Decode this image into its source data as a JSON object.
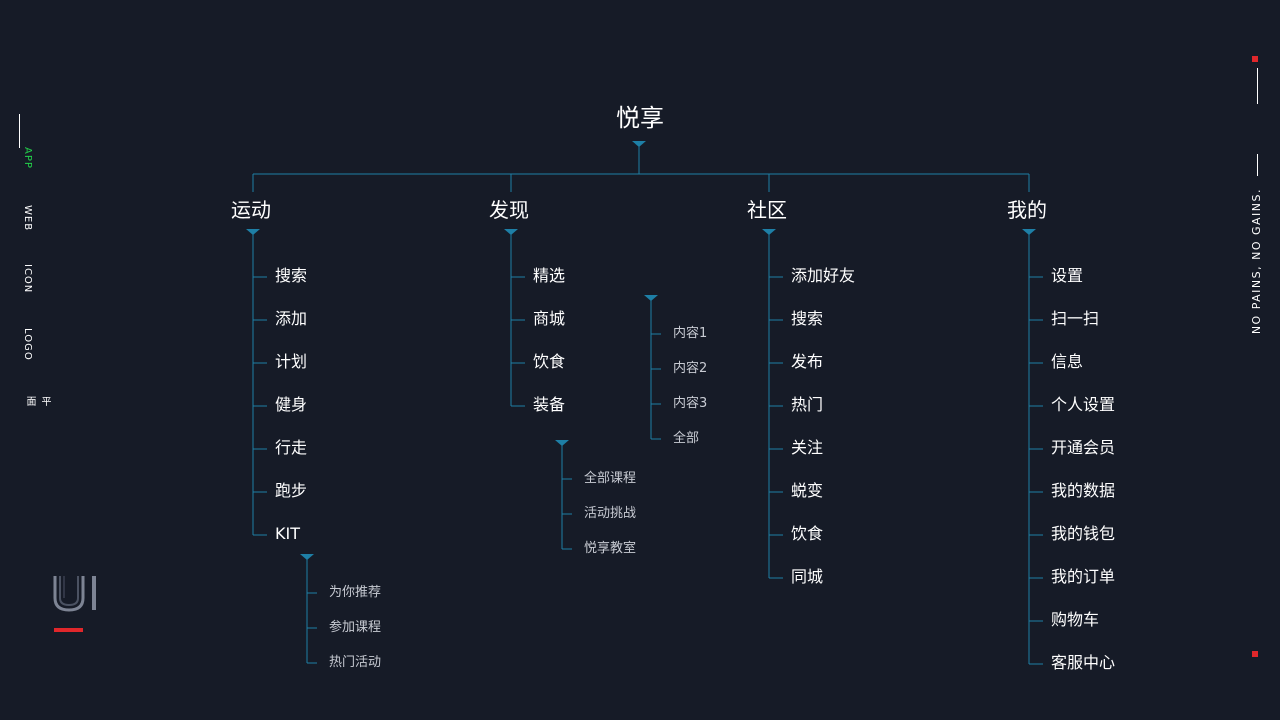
{
  "colors": {
    "background": "#161b27",
    "line": "#1e7fa6",
    "accent_red": "#e0272b",
    "active_nav": "#23d14a"
  },
  "side_nav": [
    "APP",
    "WEB",
    "ICON",
    "LOGO",
    "平面"
  ],
  "side_nav_active": "APP",
  "slogan": "NO PAINS, NO GAINS.",
  "tree": {
    "root": "悦享",
    "categories": [
      {
        "label": "运动",
        "items": [
          "搜索",
          "添加",
          "计划",
          "健身",
          "行走",
          "跑步",
          "KIT"
        ],
        "sub": {
          "of": "KIT",
          "items": [
            "为你推荐",
            "参加课程",
            "热门活动"
          ]
        }
      },
      {
        "label": "发现",
        "items": [
          "精选",
          "商城",
          "饮食",
          "装备"
        ],
        "sub": {
          "of": "装备",
          "items": [
            "全部课程",
            "活动挑战",
            "悦享教室"
          ]
        },
        "sub2": {
          "of": "精选",
          "items": [
            "内容1",
            "内容2",
            "内容3",
            "全部"
          ]
        }
      },
      {
        "label": "社区",
        "items": [
          "添加好友",
          "搜索",
          "发布",
          "热门",
          "关注",
          "蜕变",
          "饮食",
          "同城"
        ]
      },
      {
        "label": "我的",
        "items": [
          "设置",
          "扫一扫",
          "信息",
          "个人设置",
          "开通会员",
          "我的数据",
          "我的钱包",
          "我的订单",
          "购物车",
          "客服中心"
        ]
      }
    ]
  }
}
